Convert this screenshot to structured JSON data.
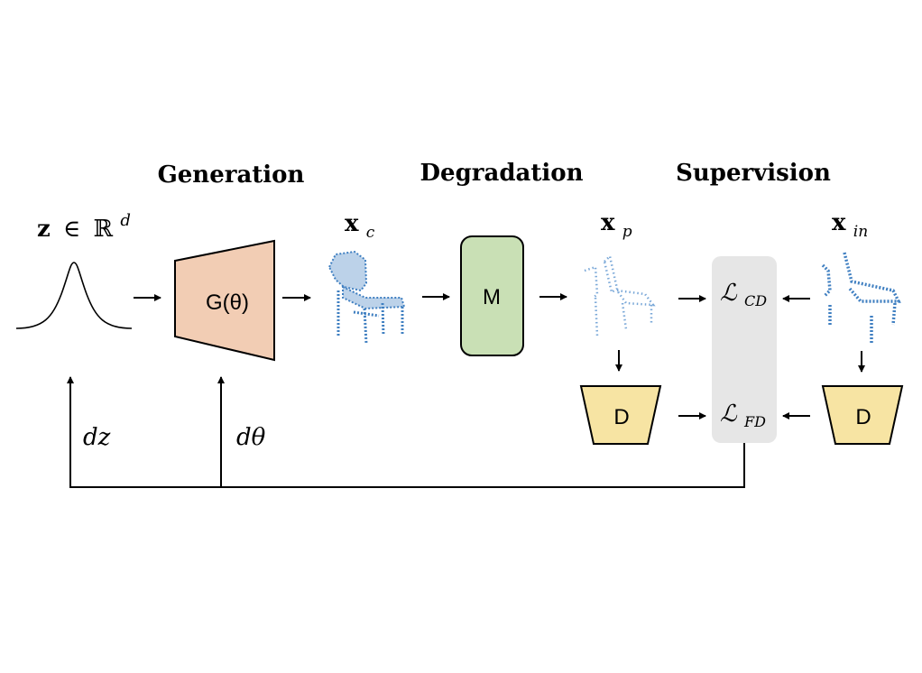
{
  "sections": {
    "generation": "Generation",
    "degradation": "Degradation",
    "supervision": "Supervision"
  },
  "latent": {
    "var": "z",
    "in": "∈",
    "space": "ℝ",
    "dim": "d"
  },
  "blocks": {
    "generator": "G(θ)",
    "mask": "M",
    "disc_left": "D",
    "disc_right": "D"
  },
  "points": {
    "complete": {
      "base": "x",
      "sub": "c"
    },
    "partial": {
      "base": "x",
      "sub": "p"
    },
    "input": {
      "base": "x",
      "sub": "in"
    }
  },
  "losses": {
    "chamfer": {
      "sym": "ℒ",
      "sub": "CD"
    },
    "feature": {
      "sym": "ℒ",
      "sub": "FD"
    }
  },
  "gradients": {
    "dz": "dz",
    "dtheta": "dθ"
  },
  "colors": {
    "generator_fill": "#f2cdb4",
    "mask_fill": "#c9e0b5",
    "disc_fill": "#f7e4a3",
    "supervision_fill": "#e6e6e6",
    "point_cloud": "#3f7fc1",
    "line": "#000000"
  }
}
